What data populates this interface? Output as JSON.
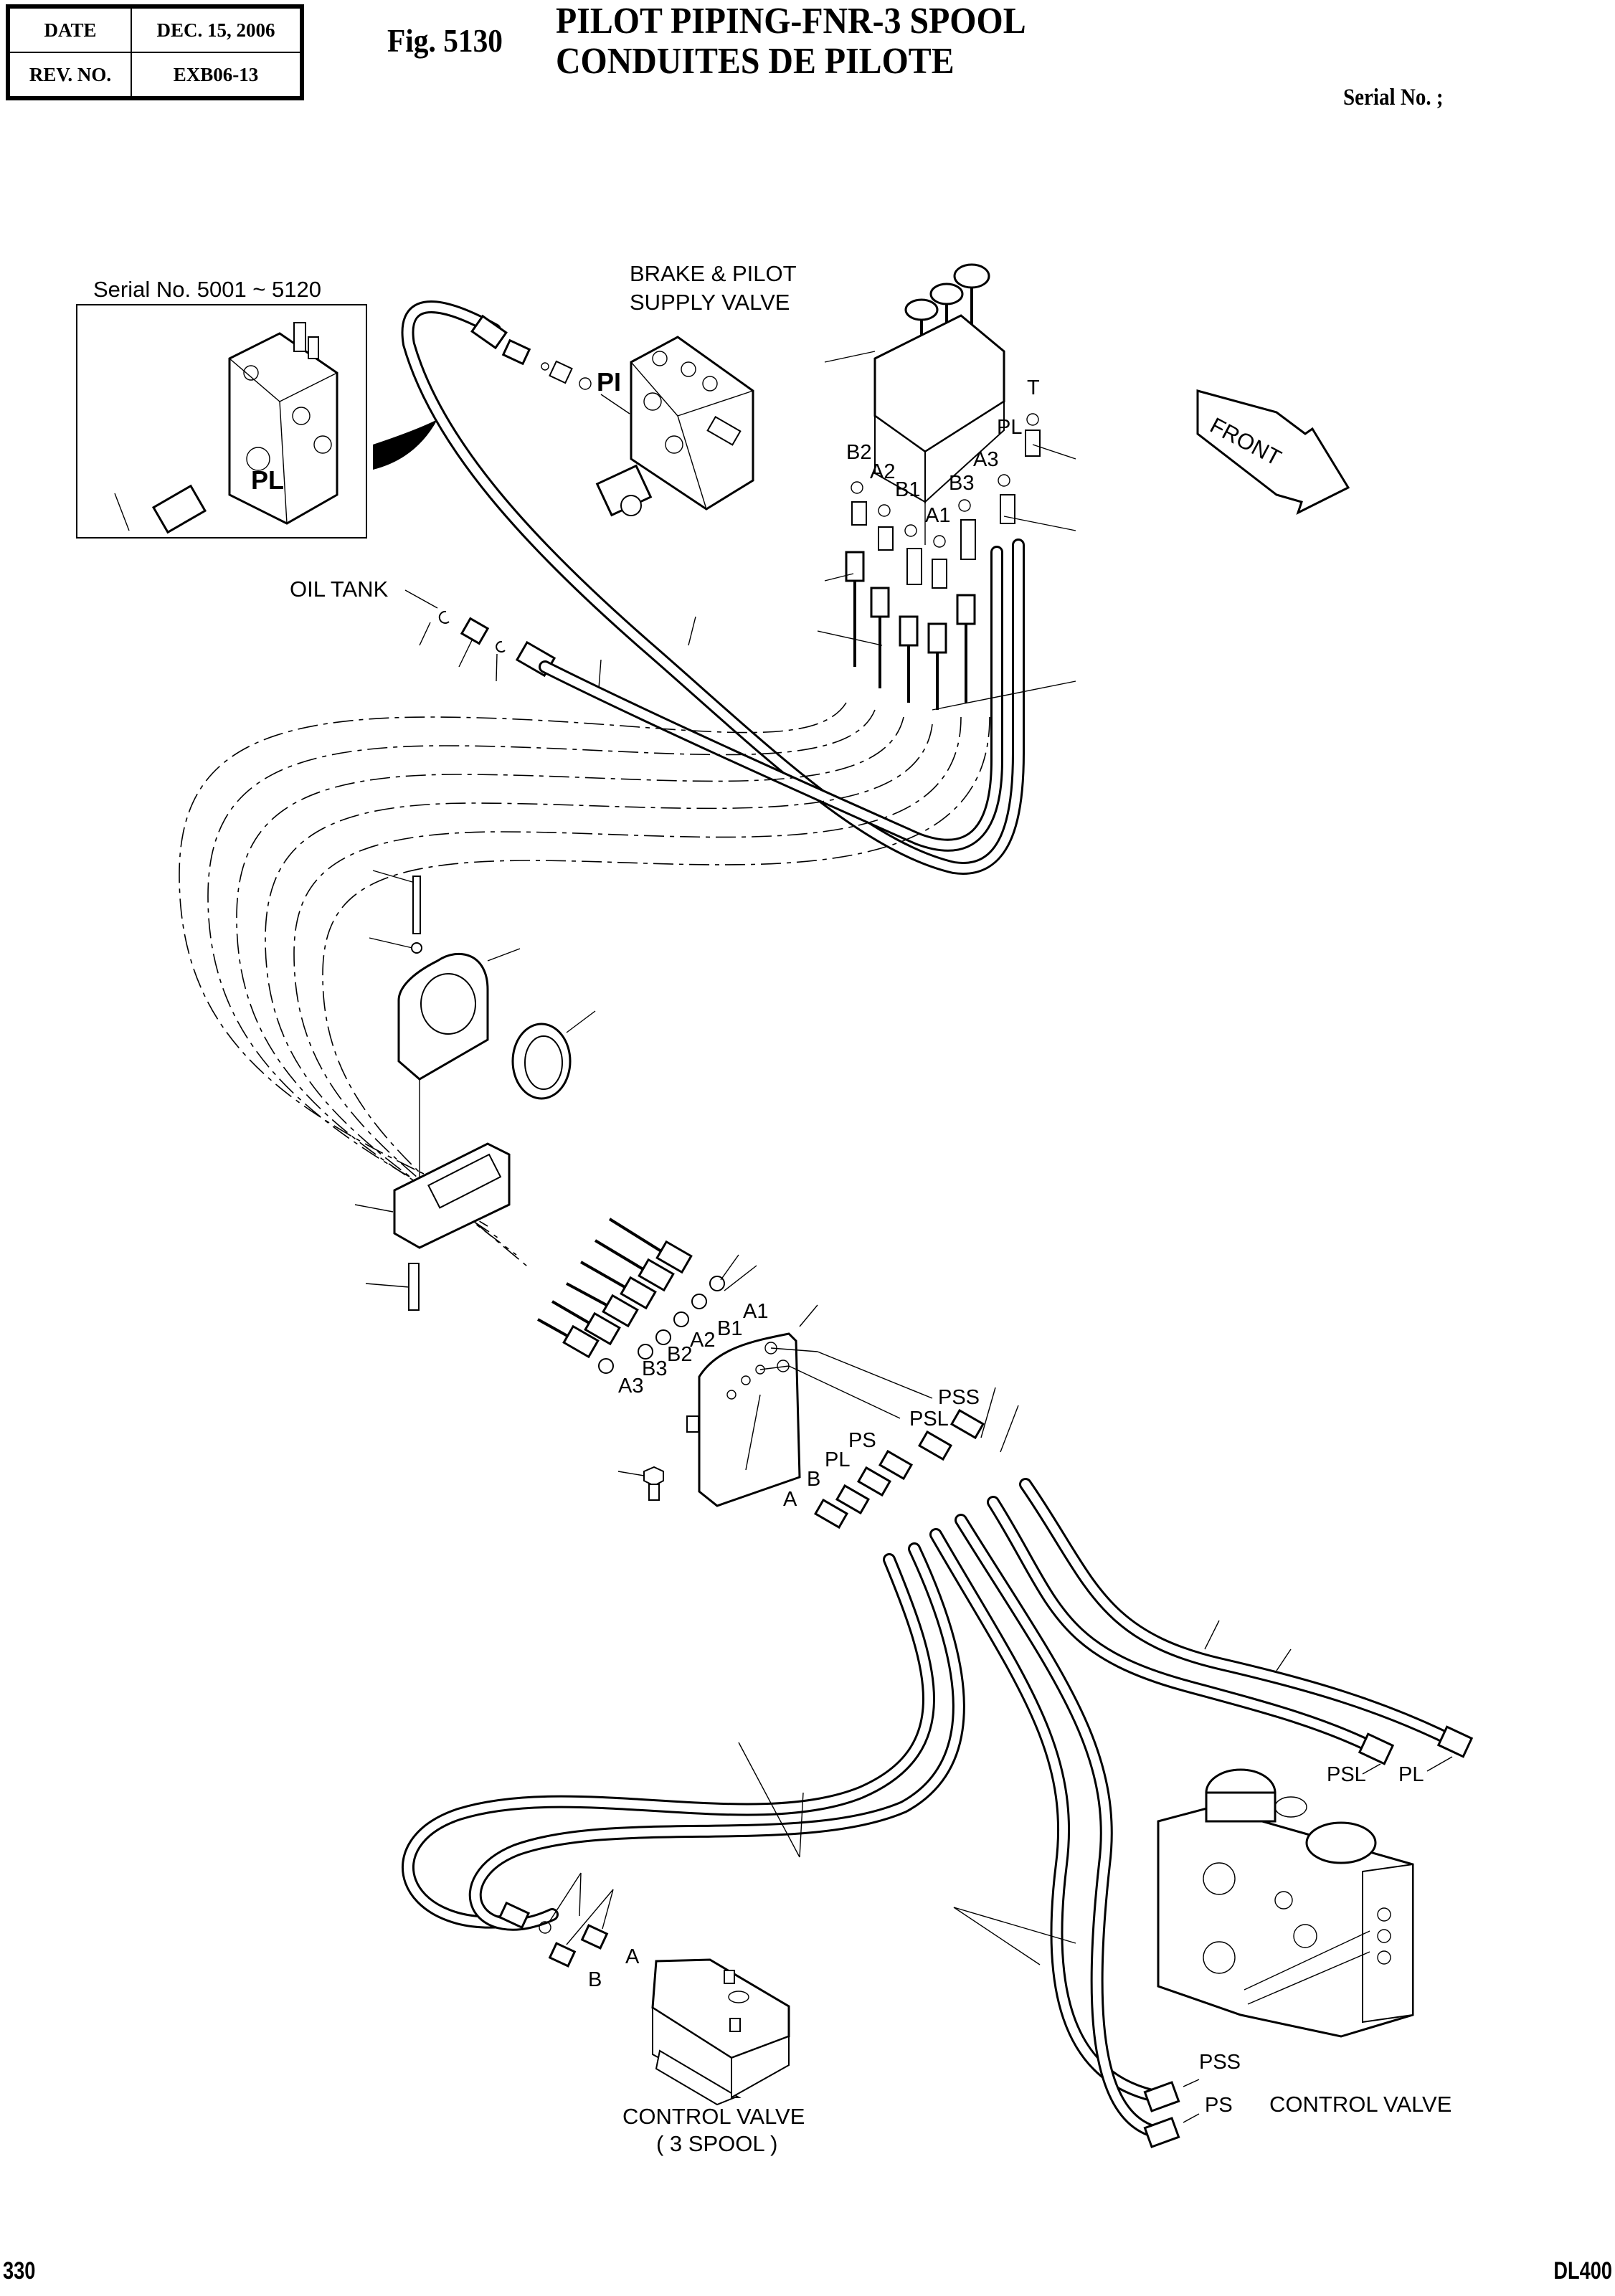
{
  "header": {
    "date_label": "DATE",
    "date_value": "DEC. 15, 2006",
    "rev_label": "REV. NO.",
    "rev_value": "EXB06-13",
    "fig_number": "Fig. 5130",
    "title_line1": "PILOT PIPING-FNR-3 SPOOL",
    "title_line2": "CONDUITES  DE  PILOTE",
    "serial_label": "Serial No. ;"
  },
  "footer": {
    "page_number": "330",
    "model": "DL400"
  },
  "inset": {
    "title": "Serial No. 5001 ~ 5120",
    "port_label": "PL"
  },
  "brake_valve": {
    "title_line1": "BRAKE & PILOT",
    "title_line2": "SUPPLY VALVE",
    "port_label": "PI"
  },
  "front_arrow": {
    "label": "FRONT"
  },
  "oil_tank": {
    "label": "OIL TANK"
  },
  "joystick_ports": [
    "B2",
    "A2",
    "B1",
    "A1",
    "B3",
    "A3",
    "PL",
    "T"
  ],
  "bracket_ports_left": [
    "A1",
    "B1",
    "A2",
    "B2",
    "B3",
    "A3"
  ],
  "bracket_ports_right": [
    "PSS",
    "PSL",
    "PS",
    "PL",
    "B",
    "A"
  ],
  "control_valve_3spool": {
    "title_line1": "CONTROL VALVE",
    "title_line2": "( 3 SPOOL )",
    "ports": [
      "A",
      "B"
    ]
  },
  "control_valve_main": {
    "title": "CONTROL VALVE",
    "ports_top": [
      "PSL",
      "PL"
    ],
    "ports_bottom": [
      "PSS",
      "PS"
    ]
  }
}
